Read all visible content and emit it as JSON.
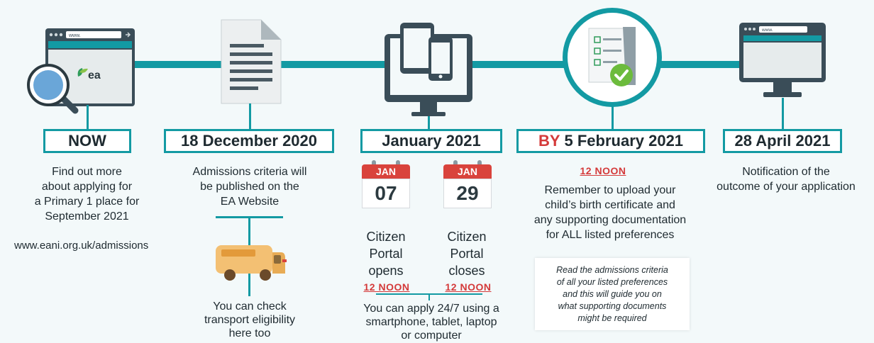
{
  "colors": {
    "teal": "#139aa3",
    "red": "#d43a3a",
    "dark_screen": "#3a4d58"
  },
  "stages": {
    "now": {
      "date": "NOW",
      "text_lines": [
        "Find out more",
        "about applying for",
        "a Primary 1 place for",
        "September 2021"
      ],
      "url": "www.eani.org.uk/admissions",
      "browser_bar_text": "www.",
      "logo_text": "ea",
      "icon": "magnifier-browser-icon"
    },
    "dec": {
      "date": "18 December 2020",
      "text_lines": [
        "Admissions criteria will",
        "be published on the",
        "EA Website"
      ],
      "transport_lines": [
        "You can check",
        "transport eligibility",
        "here too"
      ],
      "icon": "document-icon",
      "bus_icon": "school-bus-icon"
    },
    "jan": {
      "date": "January 2021",
      "open": {
        "month": "JAN",
        "day": "07",
        "lines": [
          "Citizen",
          "Portal",
          "opens"
        ],
        "noon": "12 NOON"
      },
      "close": {
        "month": "JAN",
        "day": "29",
        "lines": [
          "Citizen",
          "Portal",
          "closes"
        ],
        "noon": "12 NOON"
      },
      "apply_lines": [
        "You can apply 24/7 using a",
        "smartphone, tablet, laptop",
        "or computer"
      ],
      "icon": "devices-icon"
    },
    "feb": {
      "date_prefix": "BY",
      "date": "5 February 2021",
      "noon": "12 NOON",
      "text_lines": [
        "Remember to upload your",
        "child’s birth certificate and",
        "any supporting documentation",
        "for ALL listed preferences"
      ],
      "note_lines": [
        "Read the admissions criteria",
        "of all your listed preferences",
        "and this will guide you on",
        "what supporting documents",
        "might be required"
      ],
      "icon": "checklist-icon"
    },
    "apr": {
      "date": "28 April 2021",
      "text_lines": [
        "Notification of the",
        "outcome of your application"
      ],
      "browser_bar_text": "www.",
      "icon": "monitor-icon"
    }
  }
}
